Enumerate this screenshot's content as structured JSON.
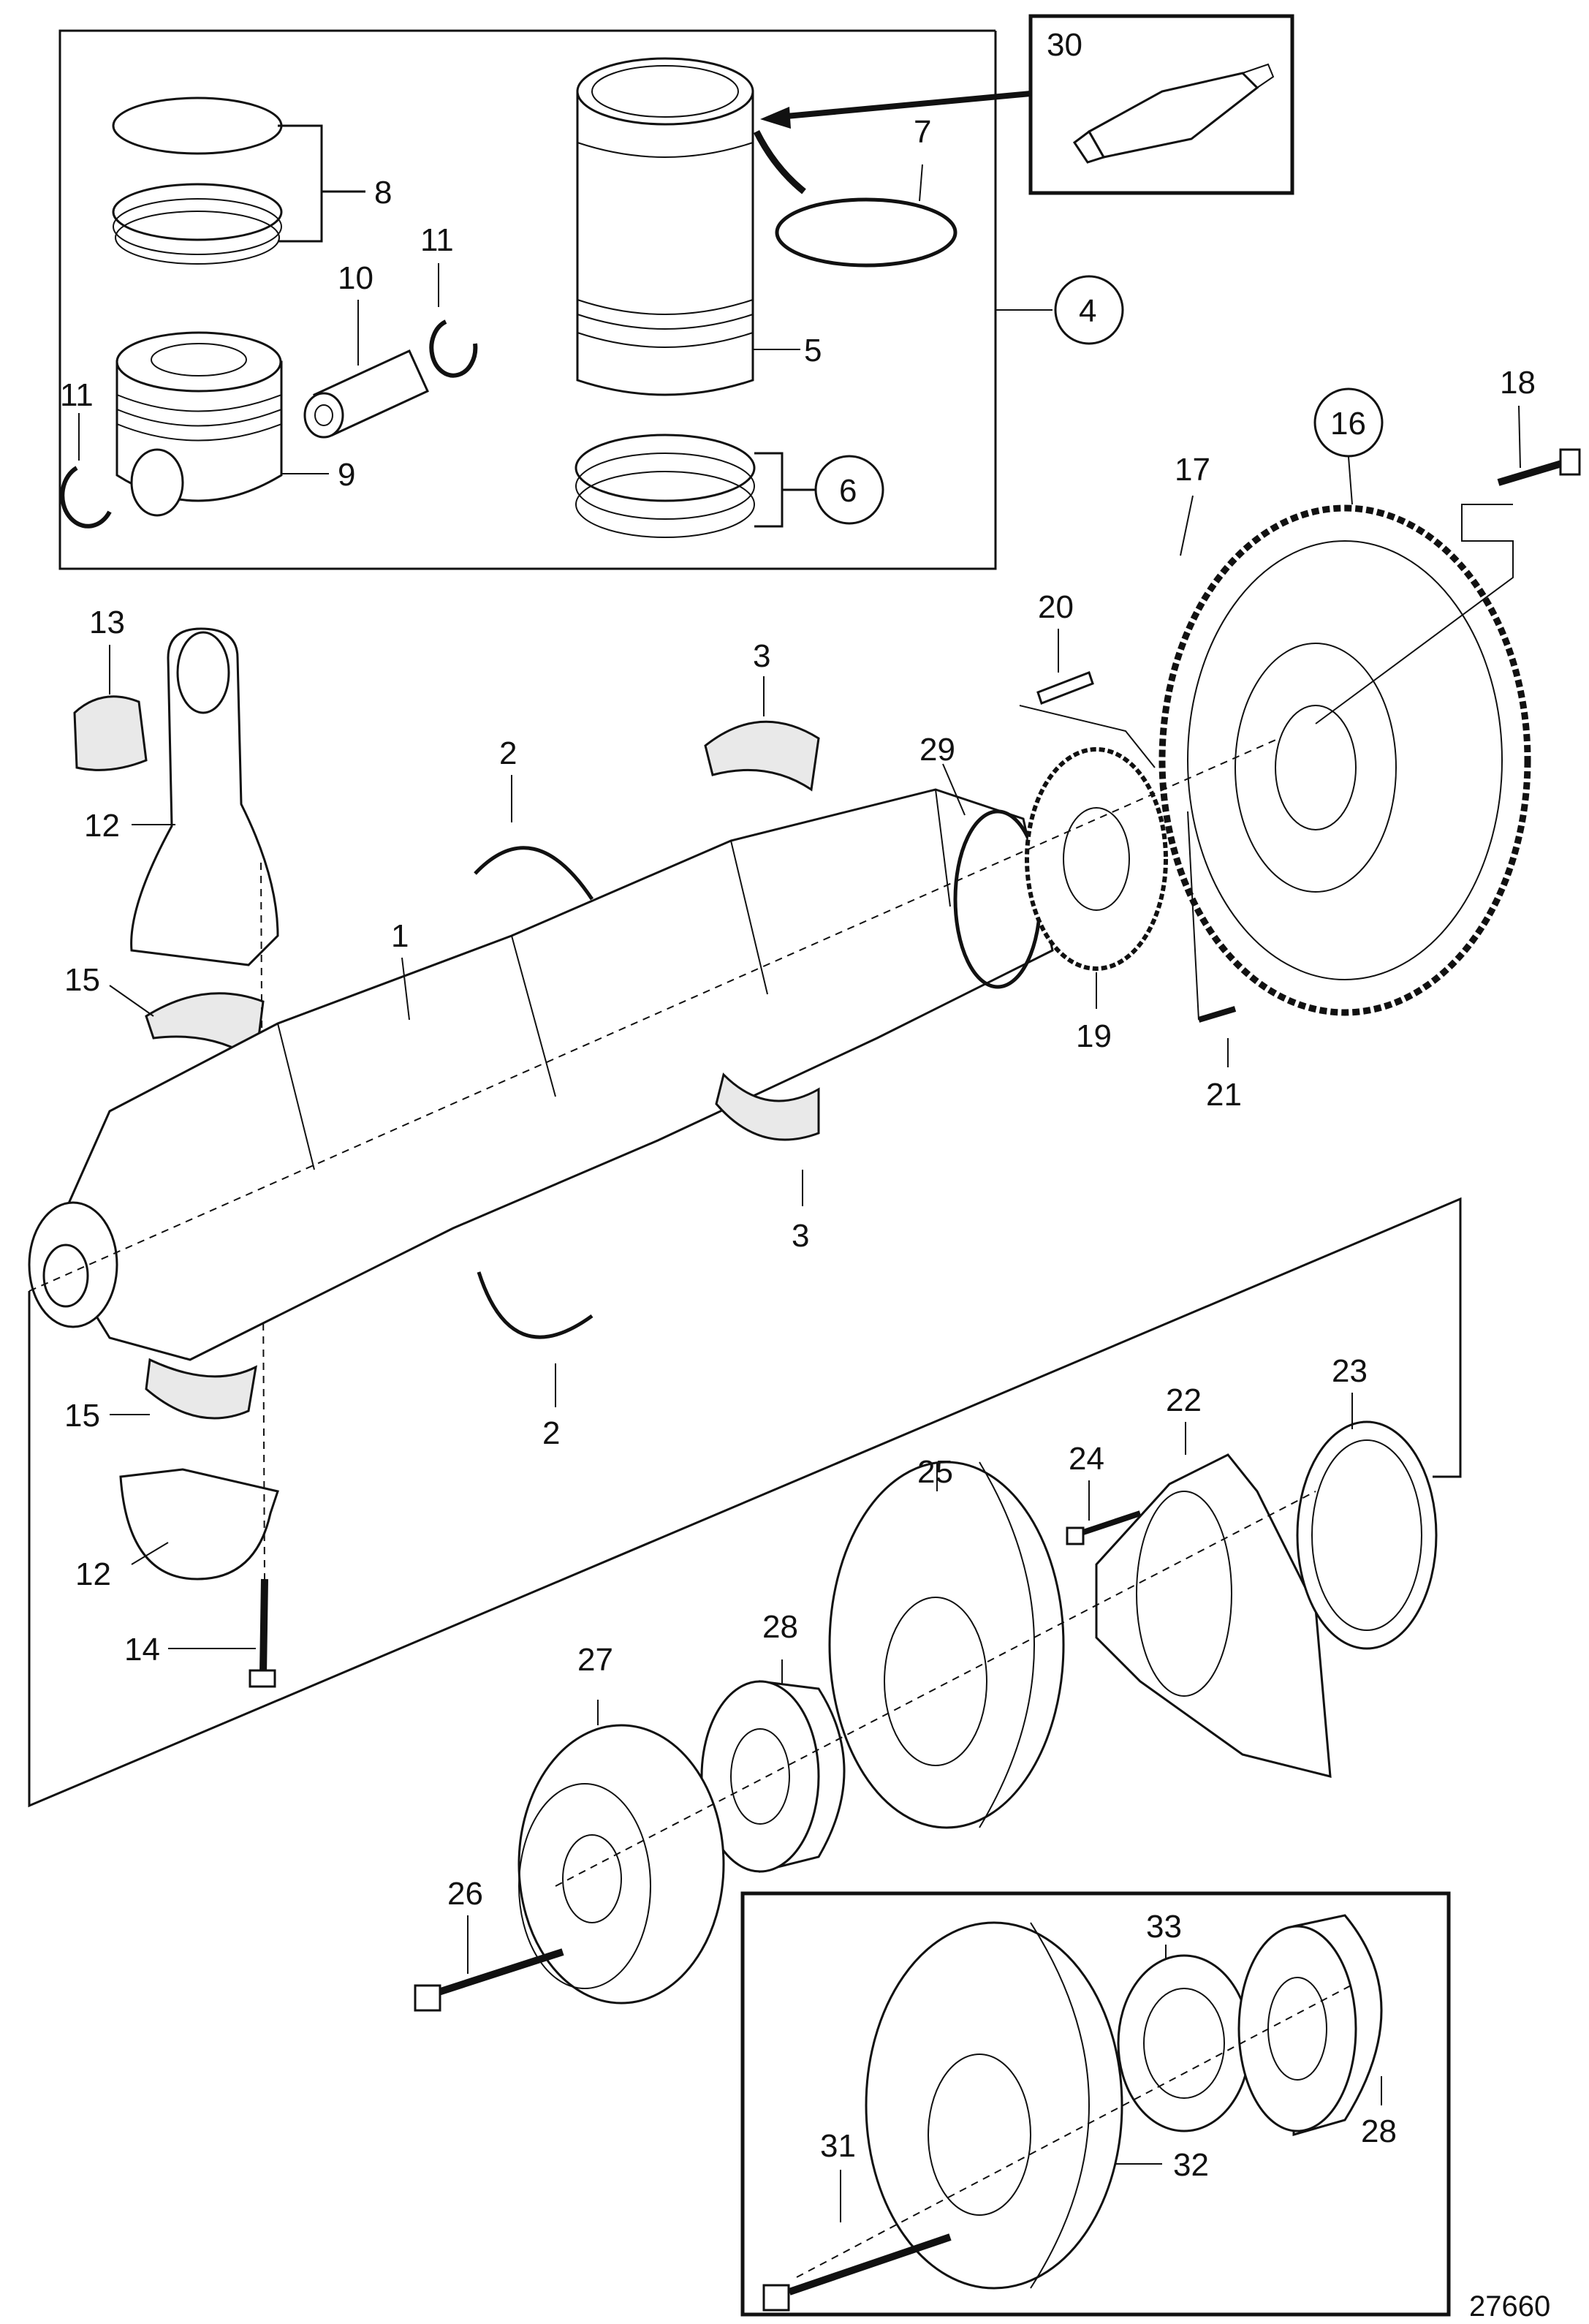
{
  "figure_number": "27660",
  "callouts": {
    "c1": "1",
    "c2a": "2",
    "c2b": "2",
    "c3a": "3",
    "c3b": "3",
    "c4": "4",
    "c5": "5",
    "c6": "6",
    "c7": "7",
    "c8": "8",
    "c9": "9",
    "c10": "10",
    "c11a": "11",
    "c11b": "11",
    "c12a": "12",
    "c12b": "12",
    "c13": "13",
    "c14": "14",
    "c15a": "15",
    "c15b": "15",
    "c16": "16",
    "c17": "17",
    "c18": "18",
    "c19": "19",
    "c20": "20",
    "c21": "21",
    "c22": "22",
    "c23": "23",
    "c24": "24",
    "c25": "25",
    "c26": "26",
    "c27": "27",
    "c28a": "28",
    "c28b": "28",
    "c29": "29",
    "c30": "30",
    "c31": "31",
    "c32": "32",
    "c33": "33"
  }
}
